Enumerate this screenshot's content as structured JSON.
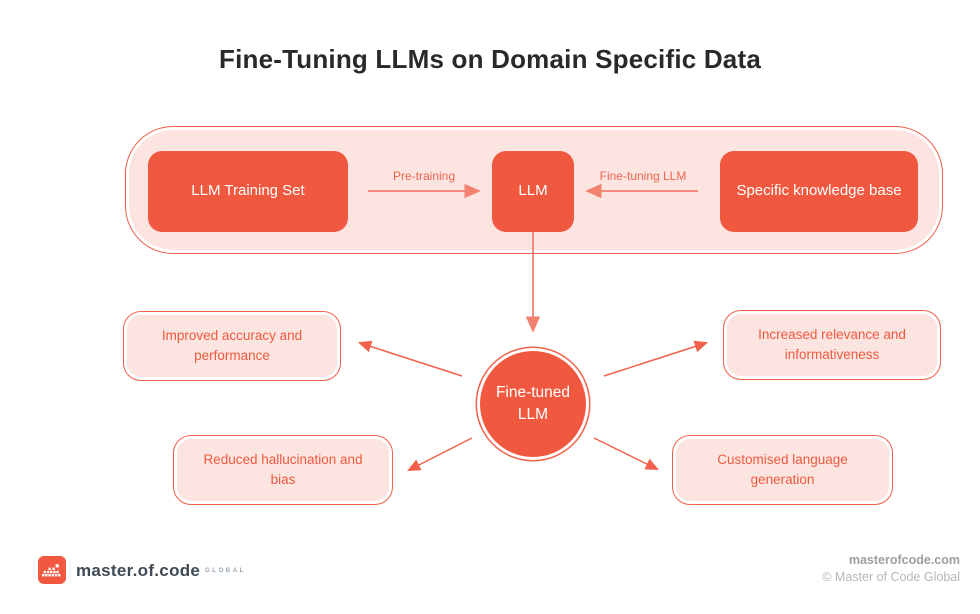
{
  "title": "Fine-Tuning LLMs on Domain Specific Data",
  "colors": {
    "accent_red": "#f0593f",
    "border_red": "#f1614b",
    "pink_fill": "#fce5e0",
    "arrow_salmon": "#f28170",
    "title_color": "#29292b"
  },
  "pipeline": {
    "training_set_label": "LLM Training Set",
    "pretraining_arrow_label": "Pre-training",
    "llm_label": "LLM",
    "finetuning_arrow_label": "Fine-tuning LLM",
    "knowledge_base_label": "Specific knowledge base"
  },
  "center_node": {
    "label": "Fine-tuned LLM"
  },
  "outcomes": [
    {
      "label": "Improved accuracy and performance"
    },
    {
      "label": "Increased relevance and informativeness"
    },
    {
      "label": "Reduced hallucination and bias"
    },
    {
      "label": "Customised language generation"
    }
  ],
  "footer": {
    "brand": "master.of.code",
    "brand_suffix": "GLOBAL",
    "website": "masterofcode.com",
    "copyright": "© Master of Code Global"
  }
}
